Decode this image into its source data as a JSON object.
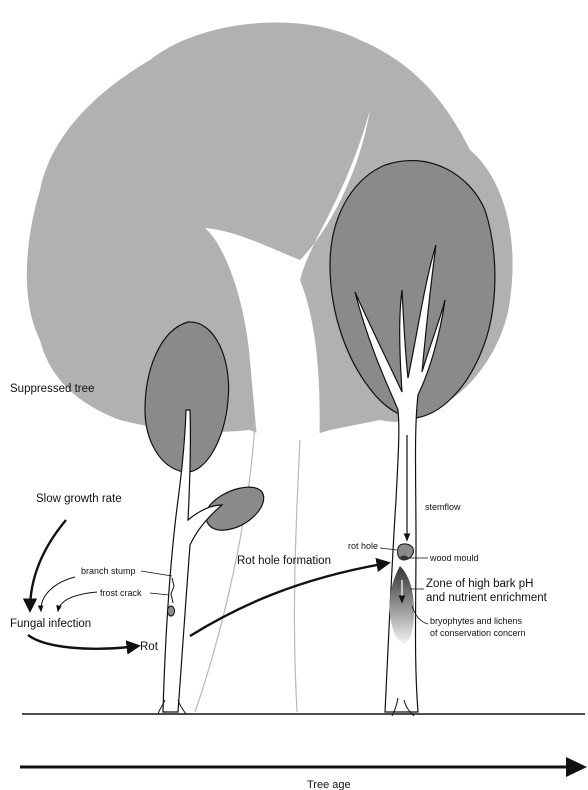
{
  "labels": {
    "suppressed_tree": "Suppressed tree",
    "slow_growth_rate": "Slow growth rate",
    "branch_stump": "branch stump",
    "frost_crack": "frost crack",
    "fungal_infection": "Fungal infection",
    "rot": "Rot",
    "rot_hole_formation": "Rot hole formation",
    "stemflow": "stemflow",
    "rot_hole": "rot hole",
    "wood_mould": "wood mould",
    "zone_line1": "Zone of high bark pH",
    "zone_line2": "and nutrient enrichment",
    "bryo_line1": "bryophytes and lichens",
    "bryo_line2": "of conservation concern",
    "axis_label": "Tree age"
  },
  "colors": {
    "background_tree": "#b1b1b1",
    "crown_dark": "#8a8a8a",
    "outline": "#111111",
    "trunk": "#ffffff"
  }
}
